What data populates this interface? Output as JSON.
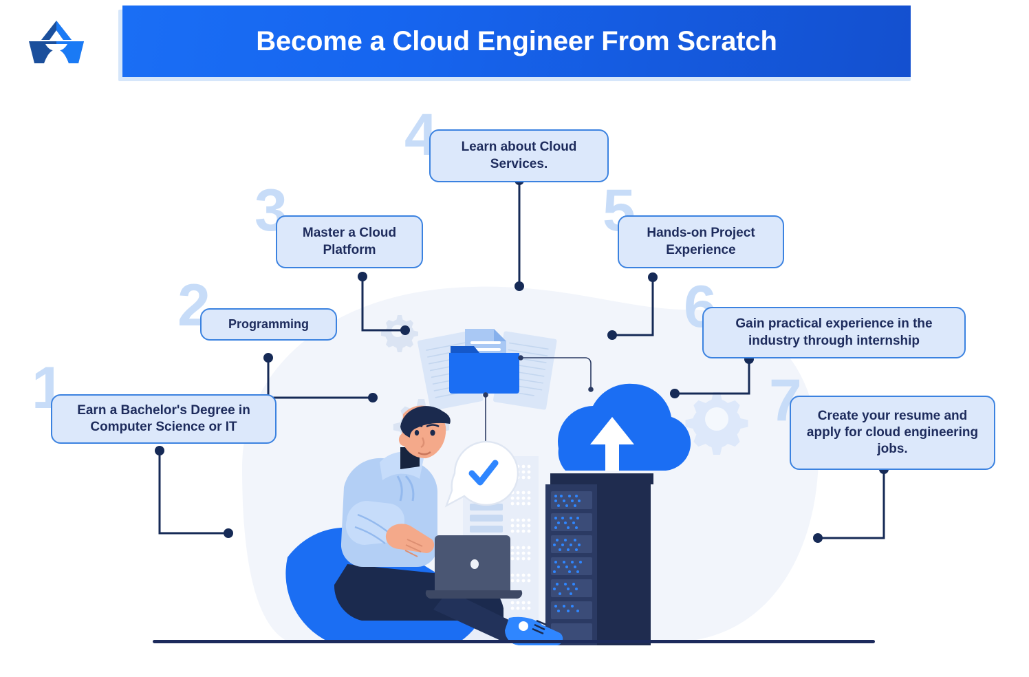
{
  "header": {
    "title": "Become a Cloud Engineer From Scratch",
    "logo_name": "star-crown-logo"
  },
  "colors": {
    "banner_start": "#1a6ef5",
    "banner_end": "#1450cf",
    "box_fill": "#dce8fb",
    "box_border": "#3b82e0",
    "text_navy": "#1d2b5c",
    "numeral": "#c7dcf8",
    "connector": "#162a56",
    "accent_blue": "#1b6ef3",
    "gear_grey": "#dbe4f3",
    "blob": "#f2f5fb",
    "rack_dark": "#2b3a63"
  },
  "steps": [
    {
      "number": "1",
      "label": "Earn a Bachelor's Degree in Computer Science or IT"
    },
    {
      "number": "2",
      "label": "Programming"
    },
    {
      "number": "3",
      "label": "Master a Cloud Platform"
    },
    {
      "number": "4",
      "label": "Learn about Cloud Services."
    },
    {
      "number": "5",
      "label": "Hands-on Project Experience"
    },
    {
      "number": "6",
      "label": "Gain practical experience in the industry through internship"
    },
    {
      "number": "7",
      "label": "Create your resume and apply for cloud engineering jobs."
    }
  ],
  "illustration": {
    "person": "person-with-laptop",
    "beanbag": "beanbag-chair",
    "speech_bubble": "checkmark-speech-bubble",
    "folder": "folder-with-documents",
    "cloud": "cloud-upload-icon",
    "server_rack": "server-rack",
    "gears": [
      "gear-icon",
      "gear-icon",
      "gear-icon"
    ],
    "ground_line": "ground-line"
  },
  "chart_data": {
    "type": "diagram",
    "title": "Become a Cloud Engineer From Scratch",
    "diagram_style": "numbered-step-flow",
    "step_count": 7,
    "steps": [
      {
        "order": 1,
        "text": "Earn a Bachelor's Degree in Computer Science or IT"
      },
      {
        "order": 2,
        "text": "Programming"
      },
      {
        "order": 3,
        "text": "Master a Cloud Platform"
      },
      {
        "order": 4,
        "text": "Learn about Cloud Services."
      },
      {
        "order": 5,
        "text": "Hands-on Project Experience"
      },
      {
        "order": 6,
        "text": "Gain practical experience in the industry through internship"
      },
      {
        "order": 7,
        "text": "Create your resume and apply for cloud engineering jobs."
      }
    ]
  }
}
